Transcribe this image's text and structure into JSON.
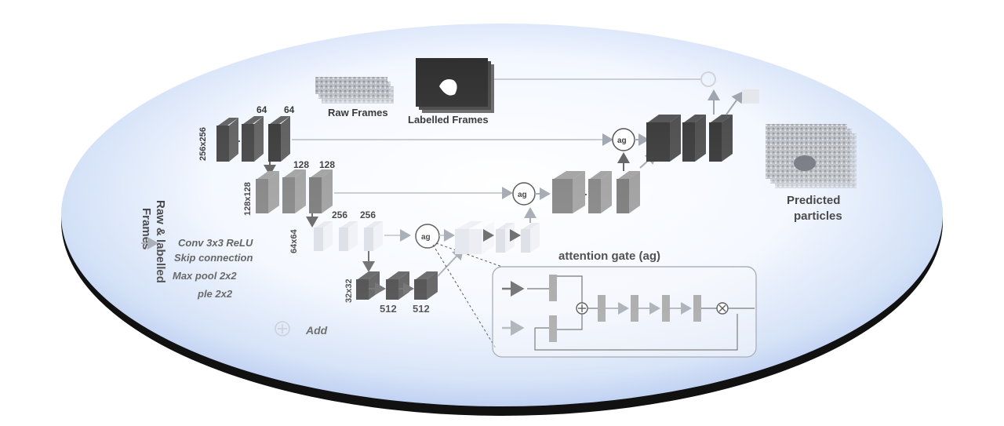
{
  "inputs": {
    "raw_frames_label": "Raw Frames",
    "labelled_frames_label": "Labelled Frames",
    "side_label_line1": "Raw & labelled",
    "side_label_line2": "Frames"
  },
  "encoder": {
    "level1": {
      "size": "256x256",
      "ch_a": "64",
      "ch_b": "64"
    },
    "level2": {
      "size": "128x128",
      "ch_a": "128",
      "ch_b": "128"
    },
    "level3": {
      "size": "64x64",
      "ch_a": "256",
      "ch_b": "256"
    },
    "level4": {
      "size": "32x32",
      "ch_a": "512",
      "ch_b": "512"
    }
  },
  "gates": {
    "label": "ag"
  },
  "attention_gate_panel": {
    "title": "attention gate (ag)"
  },
  "output": {
    "line1": "Predicted",
    "line2": "particles"
  },
  "legend": {
    "conv": "Conv 3x3 ReLU",
    "skip": "Skip connection",
    "pool": "Max pool 2x2",
    "up": "ple 2x2",
    "add": "Add"
  },
  "colors": {
    "ellipse_edge": "#9db6ea",
    "ellipse_center": "#ffffff",
    "block_dark": "#3a3a3a",
    "block_mid": "#7a7a7a",
    "block_light": "#c8c8c8",
    "arrow": "#9aa0aa"
  }
}
